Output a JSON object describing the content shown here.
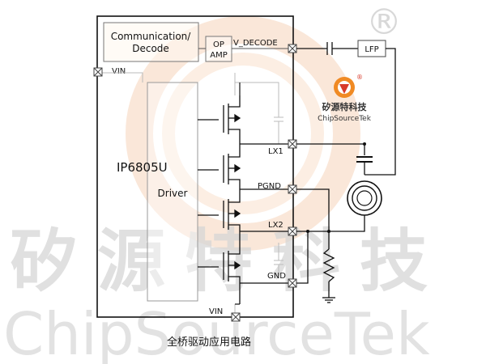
{
  "chip": {
    "name": "IP6805U",
    "blocks": {
      "comm_line1": "Communication/",
      "comm_line2": "Decode",
      "opamp_line1": "OP",
      "opamp_line2": "AMP",
      "driver": "Driver"
    },
    "pins": {
      "vin_top": "VIN",
      "v_decode": "V_DECODE",
      "lx1": "LX1",
      "pgnd": "PGND",
      "lx2": "LX2",
      "gnd": "GND",
      "vin_bottom": "VIN"
    }
  },
  "external": {
    "lfp": "LFP"
  },
  "caption": "全桥驱动应用电路",
  "watermark": {
    "registered_mark": "®",
    "logo_cn": "矽源特科技",
    "logo_en": "ChipSourceTek",
    "big_cn": "矽源特科技",
    "big_en": "ChipSourceTek"
  },
  "colors": {
    "line": "#111111",
    "driver_block": "#999999",
    "watermark_gray": "#cfcfcf",
    "watermark_orange": "#f6d3b8",
    "logo_orange": "#f08a24",
    "logo_red": "#d83a2a",
    "pin_square": "#444444",
    "inner_wiring": "#bbbbbb"
  }
}
